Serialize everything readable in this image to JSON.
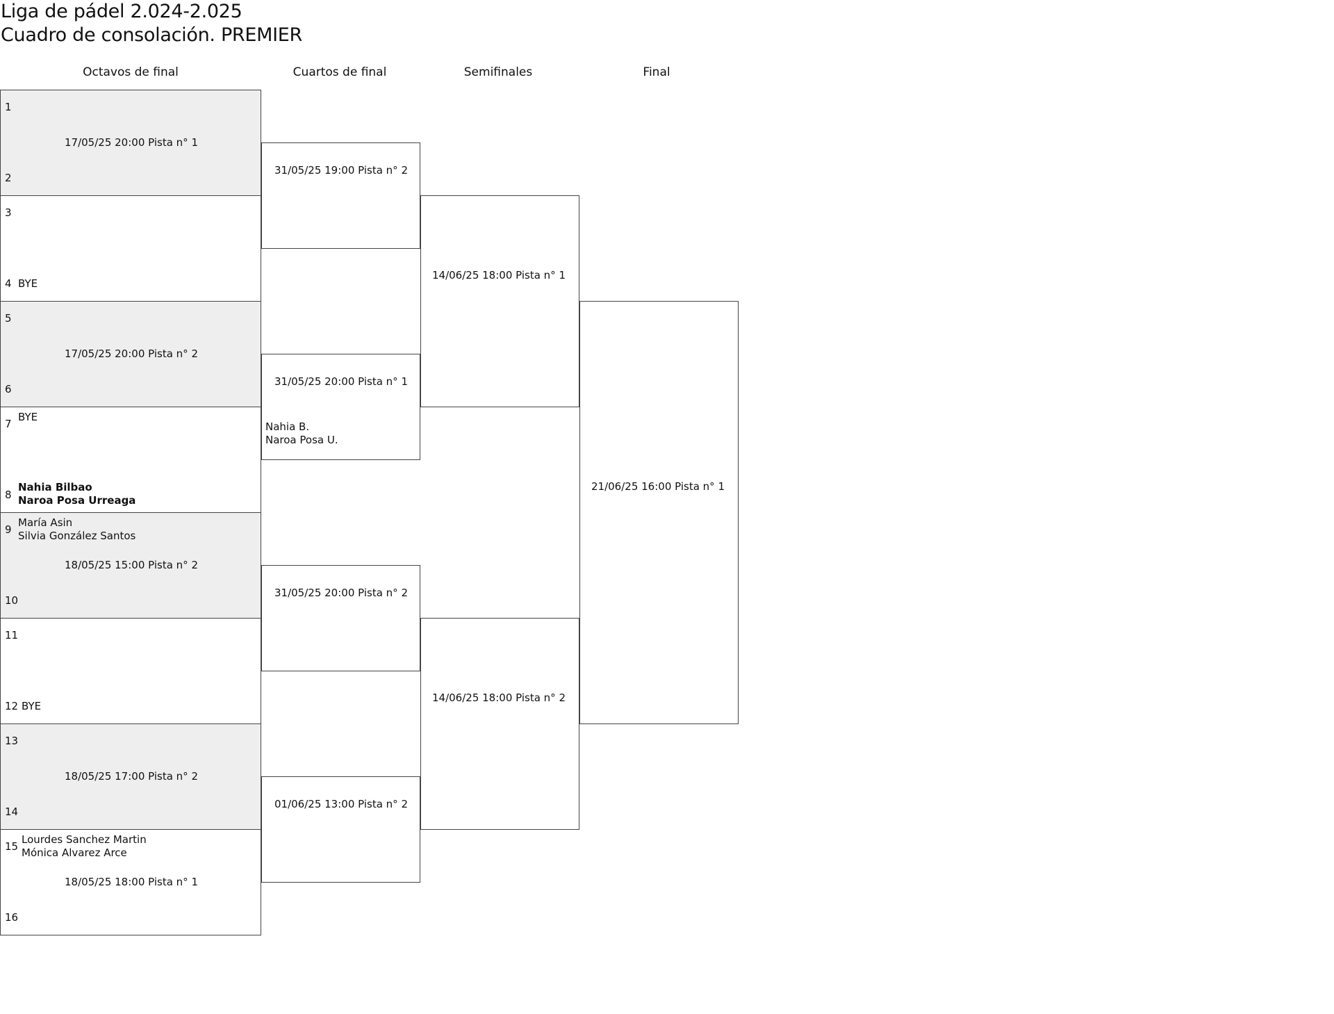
{
  "header": {
    "title": "Liga de pádel 2.024-2.025",
    "subtitle": "Cuadro de consolación. PREMIER"
  },
  "rounds": [
    "Octavos de final",
    "Cuartos de final",
    "Semifinales",
    "Final"
  ],
  "octavos": [
    {
      "seed_top": "1",
      "team_top": "",
      "team_top_2": "",
      "seed_bottom": "2",
      "team_bottom": "",
      "team_bottom_2": "",
      "schedule": "17/05/25 20:00 Pista n° 1",
      "shaded": true
    },
    {
      "seed_top": "3",
      "team_top": "",
      "team_top_2": "",
      "seed_bottom": "4",
      "team_bottom": "BYE",
      "team_bottom_2": "",
      "schedule": "",
      "shaded": false
    },
    {
      "seed_top": "5",
      "team_top": "",
      "team_top_2": "",
      "seed_bottom": "6",
      "team_bottom": "",
      "team_bottom_2": "",
      "schedule": "17/05/25 20:00 Pista n° 2",
      "shaded": true
    },
    {
      "seed_top": "7",
      "team_top": "BYE",
      "team_top_2": "",
      "seed_bottom": "8",
      "team_bottom": "Nahia Bilbao",
      "team_bottom_2": "Naroa Posa Urreaga",
      "schedule": "",
      "shaded": false,
      "bottom_bold": true
    },
    {
      "seed_top": "9",
      "team_top": "María Asin",
      "team_top_2": "Silvia González Santos",
      "seed_bottom": "10",
      "team_bottom": "",
      "team_bottom_2": "",
      "schedule": "18/05/25 15:00 Pista n° 2",
      "shaded": true
    },
    {
      "seed_top": "11",
      "team_top": "",
      "team_top_2": "",
      "seed_bottom": "12",
      "team_bottom": "BYE",
      "team_bottom_2": "",
      "schedule": "",
      "shaded": false
    },
    {
      "seed_top": "13",
      "team_top": "",
      "team_top_2": "",
      "seed_bottom": "14",
      "team_bottom": "",
      "team_bottom_2": "",
      "schedule": "18/05/25 17:00 Pista n° 2",
      "shaded": true
    },
    {
      "seed_top": "15",
      "team_top": "Lourdes Sanchez Martin",
      "team_top_2": "Mónica Alvarez Arce",
      "seed_bottom": "16",
      "team_bottom": "",
      "team_bottom_2": "",
      "schedule": "18/05/25 18:00 Pista n° 1",
      "shaded": false
    }
  ],
  "cuartos": [
    {
      "schedule": "31/05/25 19:00 Pista n° 2",
      "team": "",
      "team_2": ""
    },
    {
      "schedule": "31/05/25 20:00 Pista n° 1",
      "team": "Nahia B.",
      "team_2": "Naroa Posa U."
    },
    {
      "schedule": "31/05/25 20:00 Pista n° 2",
      "team": "",
      "team_2": ""
    },
    {
      "schedule": "01/06/25 13:00 Pista n° 2",
      "team": "",
      "team_2": ""
    }
  ],
  "semifinales": [
    {
      "schedule": "14/06/25 18:00 Pista n° 1"
    },
    {
      "schedule": "14/06/25 18:00 Pista n° 2"
    }
  ],
  "final": {
    "schedule": "21/06/25 16:00 Pista n° 1"
  }
}
